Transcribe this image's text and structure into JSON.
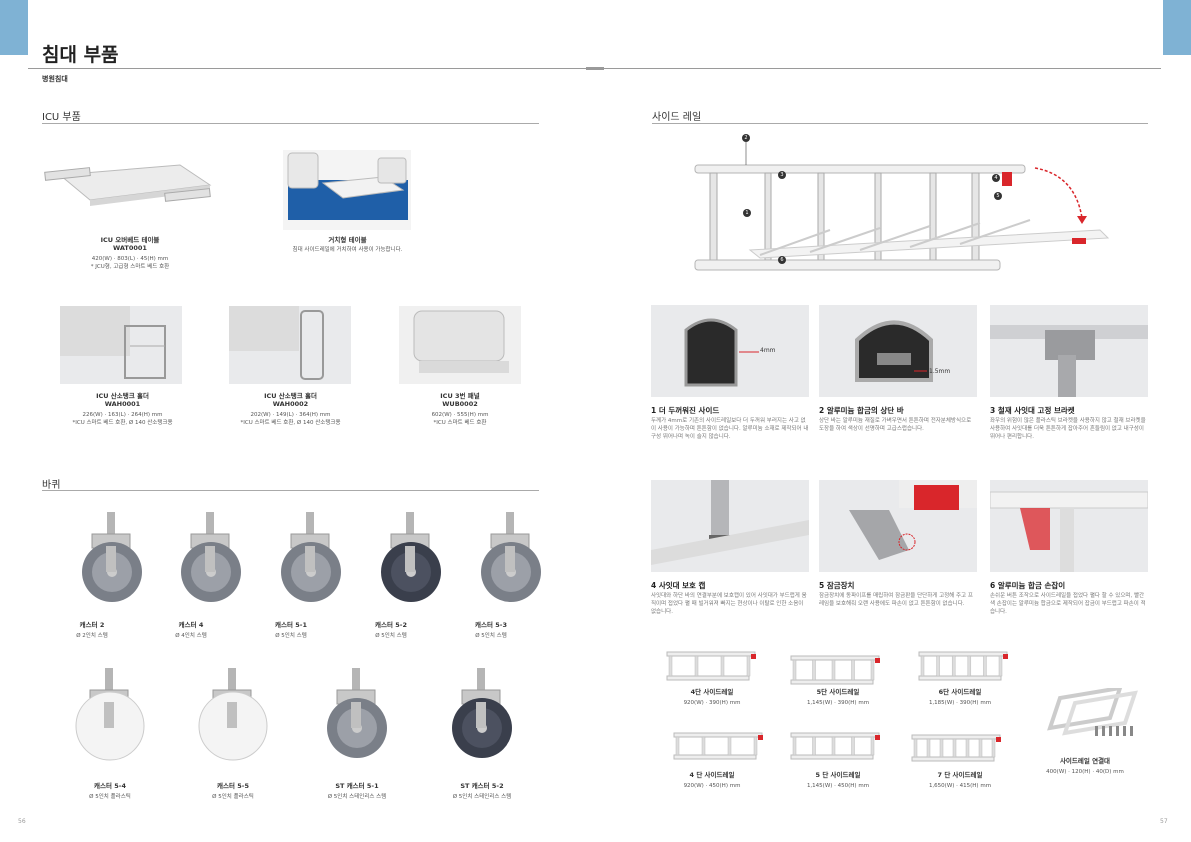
{
  "header": {
    "title": "침대 부품",
    "subtitle": "병원침대"
  },
  "sections": {
    "icu": "ICU 부품",
    "caster": "바퀴",
    "side_rail": "사이드 레일"
  },
  "icu_top": [
    {
      "name": "ICU 오버베드 테이블",
      "code": "WAT0001",
      "spec": "420(W) · 803(L) · 45(H) mm",
      "note": "* JCU형, 고급형 스마트 베드 호환"
    },
    {
      "name": "거치형 테이블",
      "code": "",
      "spec": "침대 사이드레일에 거치하여 사용이 가능합니다.",
      "note": ""
    }
  ],
  "icu_bottom": [
    {
      "name": "ICU 산소탱크 홀더",
      "code": "WAH0001",
      "spec": "226(W) · 163(L) · 264(H) mm",
      "note": "*ICU 스마트 베드 호환, Ø 140 산소탱크용"
    },
    {
      "name": "ICU 산소탱크 홀더",
      "code": "WAH0002",
      "spec": "202(W) · 149(L) · 364(H) mm",
      "note": "*ICU 스마트 베드 호환, Ø 140 산소탱크용"
    },
    {
      "name": "ICU 3번 패널",
      "code": "WUB0002",
      "spec": "602(W) · 555(H) mm",
      "note": "*ICU 스마트 베드 호환"
    }
  ],
  "casters_row1": [
    {
      "name": "캐스터 2",
      "spec": "Ø 2인치 스템"
    },
    {
      "name": "캐스터 4",
      "spec": "Ø 4인치 스템"
    },
    {
      "name": "캐스터 5-1",
      "spec": "Ø 5인치 스템"
    },
    {
      "name": "캐스터 5-2",
      "spec": "Ø 5인치 스템"
    },
    {
      "name": "캐스터 5-3",
      "spec": "Ø 5인치 스템"
    }
  ],
  "casters_row2": [
    {
      "name": "캐스터 5-4",
      "spec": "Ø 5인치 플라스틱"
    },
    {
      "name": "캐스터 5-5",
      "spec": "Ø 5인치 플라스틱"
    },
    {
      "name": "ST 캐스터 5-1",
      "spec": "Ø 5인치 스테인리스 스템"
    },
    {
      "name": "ST 캐스터 5-2",
      "spec": "Ø 5인치 스테인리스 스템"
    }
  ],
  "diagram_labels": [
    "1",
    "2",
    "3",
    "4",
    "5",
    "6"
  ],
  "features": [
    {
      "title": "1  더 두꺼워진 사이드",
      "desc": "두께가 4mm로 기존의 사이드레일보다 더 두꺼워 부러지는 사고 없이 사용이 가능하며 튼튼함이 없습니다. 알루미늄 소재로 제작되어 내구성 뛰어나며 녹이 슬지 않습니다.",
      "dim": "4mm"
    },
    {
      "title": "2  알루미늄 합금의 상단 바",
      "desc": "상단 바는 알루미늄 재질로 가벼우면서 튼튼하며 전자분체방식으로 도장을 하여 색상이 선명하며 고급스럽습니다.",
      "dim": "1.5mm"
    },
    {
      "title": "3  철재 사잇대 고정 브라켓",
      "desc": "좌우의 위험이 많은 플라스틱 브라켓을 사용하지 않고 철재 브라켓을 사용하여 사잇대를 더욱 튼튼하게 잡아주어 흔들림이 없고 내구성이 뛰어나 편리합니다.",
      "dim": ""
    },
    {
      "title": "4  사잇대 보호 캡",
      "desc": "사잇대와 하단 바의 연결부분에 보호캡이 있어 사잇대가 부드럽게 움직이며 접었다 펼 때 빌거워져 빠지는 현상이나 이탈로 인한 소음이 없습니다.",
      "dim": ""
    },
    {
      "title": "5  잠금장치",
      "desc": "잠금장치에 동파이프를 매립하여 잠금판을 단단하게 고정해 주고 프레임을 보호해줘 오랜 사용에도 파손이 없고 튼튼함이 없습니다.",
      "dim": ""
    },
    {
      "title": "6  알루미늄 합금 손잡이",
      "desc": "손쉬운 버튼 조작으로 사이드레일을 접었다 펼다 할 수 있으며, 빨간색 손잡이는 알루미늄 합금으로 제작되어 잡금이 부드럽고 파손이 적습니다.",
      "dim": ""
    }
  ],
  "rails": [
    {
      "name": "4단 사이드레일",
      "spec": "920(W) · 390(H) mm"
    },
    {
      "name": "5단 사이드레일",
      "spec": "1,145(W) · 390(H) mm"
    },
    {
      "name": "6단 사이드레일",
      "spec": "1,185(W) · 390(H) mm"
    },
    {
      "name": "4 단 사이드레일",
      "spec": "920(W) · 450(H) mm"
    },
    {
      "name": "5 단 사이드레일",
      "spec": "1,145(W) · 450(H) mm"
    },
    {
      "name": "7 단 사이드레일",
      "spec": "1,650(W) · 415(H) mm"
    }
  ],
  "connector": {
    "name": "사이드레일 연결대",
    "spec": "400(W) · 120(H) · 40(D) mm"
  },
  "pages": {
    "left": "56",
    "right": "57"
  },
  "colors": {
    "tab": "#7fb2d4",
    "accent_red": "#d9262b",
    "rule": "#9a9a9a"
  }
}
